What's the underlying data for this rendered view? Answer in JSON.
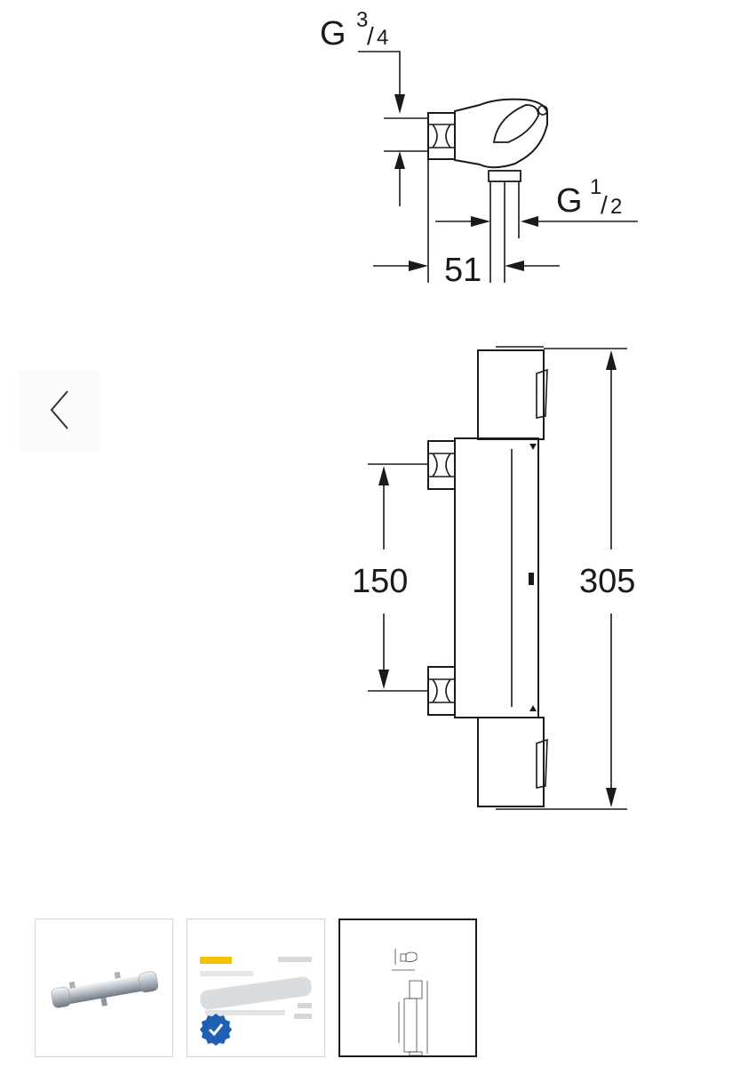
{
  "drawing": {
    "inlet_thread": {
      "base": "G",
      "num": "3",
      "den": "4"
    },
    "outlet_thread": {
      "base": "G",
      "num": "1",
      "den": "2"
    },
    "depth_dim": "51",
    "inlet_spacing_dim": "150",
    "total_length_dim": "305"
  },
  "thumbnails": [
    {
      "name": "product-photo"
    },
    {
      "name": "quality-badge"
    },
    {
      "name": "technical-drawing"
    }
  ],
  "colors": {
    "line": "#1a1a1a",
    "badge_blue": "#1f5fb4",
    "badge_yellow": "#f2c200"
  }
}
